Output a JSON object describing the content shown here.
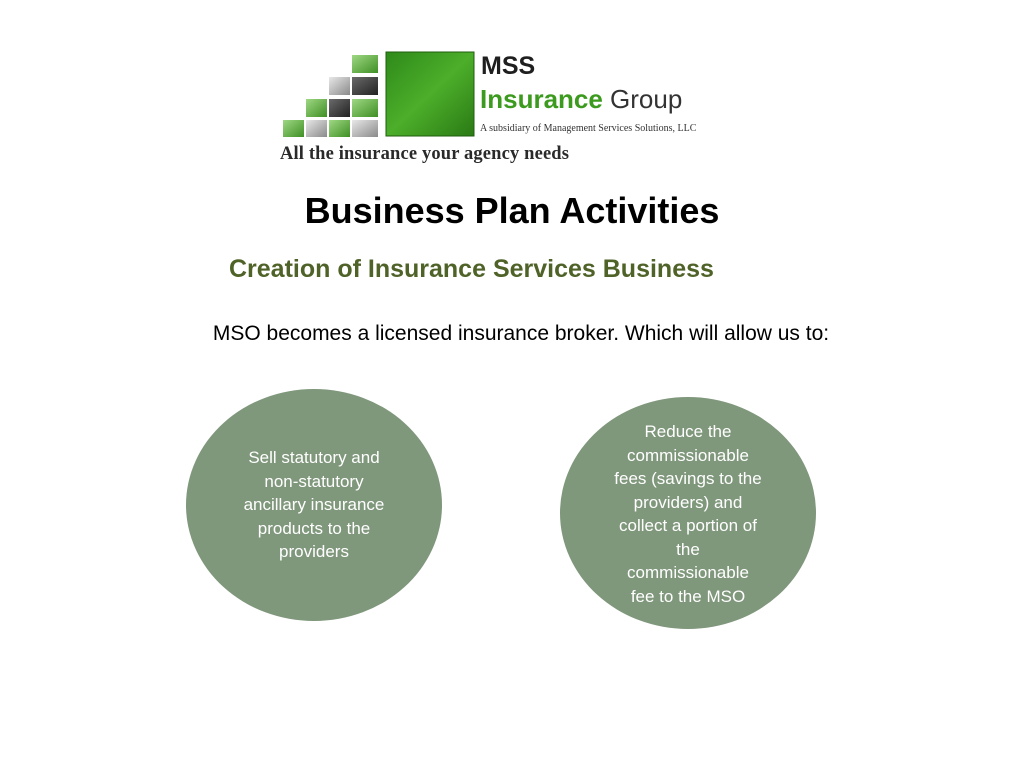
{
  "logo": {
    "brand": "MSS",
    "brand_line_green": "Insurance",
    "brand_line_rest": " Group",
    "subsidiary": "A subsidiary of Management Services Solutions, LLC",
    "tagline": "All the insurance your agency needs",
    "colors": {
      "green": "#3c9a1e",
      "dark_green": "#2e7a14",
      "light_green": "#7cc25a"
    }
  },
  "heading": {
    "title": "Business Plan Activities",
    "subtitle": "Creation of Insurance Services Business",
    "subtitle_color": "#4f6228"
  },
  "intro": "MSO becomes a licensed insurance broker. Which will allow us to:",
  "bubbles": {
    "color": "#7f977b",
    "items": [
      {
        "text": "Sell statutory and\nnon-statutory\nancillary insurance\nproducts to the\nproviders"
      },
      {
        "text": "Reduce the\ncommissionable\nfees (savings to the\nproviders) and\ncollect a portion of\nthe\ncommissionable\nfee to the MSO"
      }
    ]
  }
}
